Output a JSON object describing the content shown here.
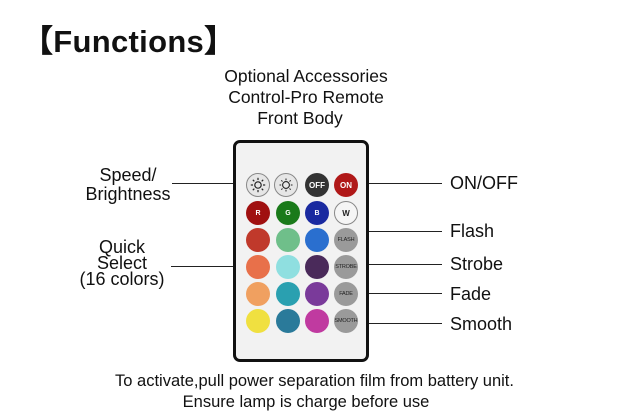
{
  "title": "【Functions】",
  "header_lines": [
    "Optional  Accessories",
    "Control-Pro Remote",
    "Front Body"
  ],
  "left_labels": {
    "speed": [
      "Speed/",
      "Brightness"
    ],
    "quick": [
      "Quick",
      "Select",
      "(16 colors)"
    ]
  },
  "right_labels": {
    "onoff": "ON/OFF",
    "flash": "Flash",
    "strobe": "Strobe",
    "fade": "Fade",
    "smooth": "Smooth"
  },
  "remote": {
    "top_row": [
      {
        "label": "",
        "icon": "brightness-up-icon",
        "color": "#e6e6e6"
      },
      {
        "label": "",
        "icon": "brightness-down-icon",
        "color": "#e6e6e6"
      },
      {
        "label": "OFF",
        "color": "#333333"
      },
      {
        "label": "ON",
        "color": "#b01818"
      }
    ],
    "rgbw_row": [
      {
        "label": "R",
        "color": "#a01010"
      },
      {
        "label": "G",
        "color": "#1a7a1a"
      },
      {
        "label": "B",
        "color": "#1a2aa0"
      },
      {
        "label": "W",
        "color": "#f5f5f5"
      }
    ],
    "color_grid": [
      [
        "#c0392b",
        "#6fbf8a",
        "#2a6fcf"
      ],
      [
        "#e8704a",
        "#8fdfe0",
        "#4a2a5a"
      ],
      [
        "#f0a060",
        "#2aa0b0",
        "#7a3a9a"
      ],
      [
        "#f0e040",
        "#2a7a9a",
        "#c03aa0"
      ]
    ],
    "mode_buttons": [
      {
        "label": "FLASH"
      },
      {
        "label": "STROBE"
      },
      {
        "label": "FADE"
      },
      {
        "label": "SMOOTH"
      }
    ]
  },
  "footer_lines": [
    "To activate,pull power separation film from battery unit.",
    "Ensure lamp is charge before use"
  ]
}
